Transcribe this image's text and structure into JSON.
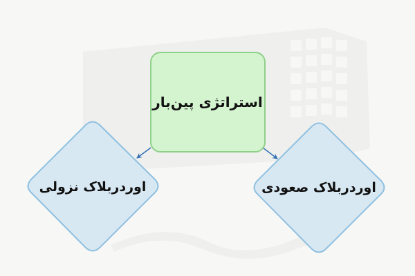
{
  "diagram": {
    "root": {
      "label": "استراتژی پین‌بار"
    },
    "children": [
      {
        "label": "اوردربلاک نزولی"
      },
      {
        "label": "اوردربلاک صعودی"
      }
    ],
    "colors": {
      "background": "#f7f7f5",
      "root_fill": "#d4f4cf",
      "root_stroke": "#8fd08a",
      "child_fill": "#d8e8f3",
      "child_stroke": "#8fc0e0",
      "arrow": "#2f6fb3",
      "text": "#111111",
      "watermark": "#efefed"
    }
  }
}
